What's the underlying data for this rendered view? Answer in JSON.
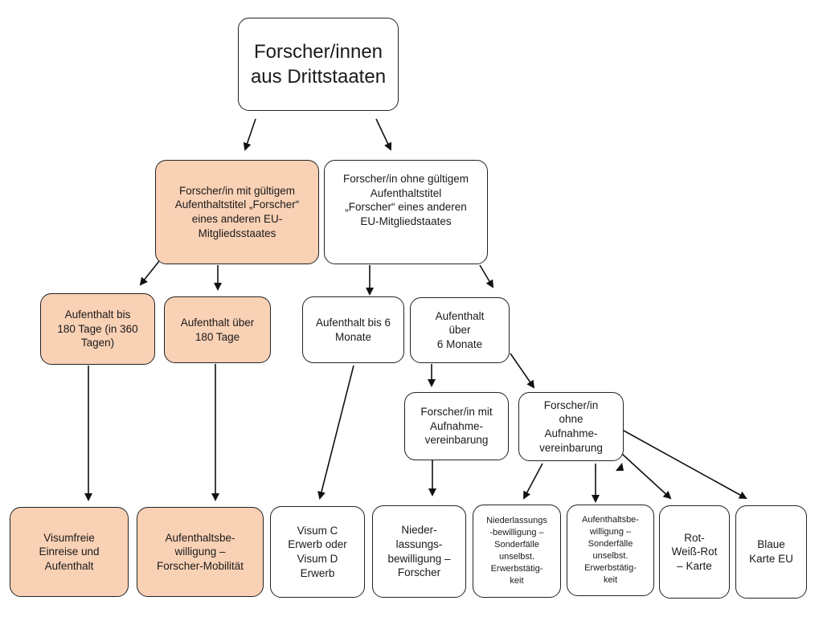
{
  "colors": {
    "highlight": "#f9d1b5",
    "border": "#222222",
    "background": "#ffffff"
  },
  "nodes": {
    "root": "Forscher/innen\naus Drittstaaten",
    "with_title": "Forscher/in mit gültigem\nAufenthaltstitel „Forscher“\neines anderen EU-\nMitgliedsstaates",
    "without_title": "Forscher/in ohne gültigem\nAufenthaltstitel\n„Forscher“  eines anderen\nEU-Mitgliedstaates",
    "stay_180_short": "Aufenthalt bis\n180 Tage (in 360\nTagen)",
    "stay_180_long": "Aufenthalt über\n180 Tage",
    "stay_6m_short": "Aufenthalt bis  6\nMonate",
    "stay_6m_long": "Aufenthalt\nüber\n6 Monate",
    "with_agreement": "Forscher/in mit\nAufnahme-\nvereinbarung",
    "without_agreement": "Forscher/in\nohne\nAufnahme-\nvereinbarung",
    "visa_free": "Visumfreie\nEinreise und\nAufenthalt",
    "mobility": "Aufenthaltsbe-\nwilligung –\nForscher-Mobilität",
    "visa_cd": "Visum C\nErwerb oder\nVisum D\nErwerb",
    "settlement_researcher": "Nieder-\nlassungs-\nbewilligung –\nForscher",
    "settlement_special": "Niederlassungs\n-bewilligung –\nSonderfälle\nunselbst.\nErwerbstätig-\nkeit",
    "residence_special": "Aufenthaltsbe-\nwilligung –\nSonderfälle\nunselbst.\nErwerbstätig-\nkeit",
    "rwr_card": "Rot-\nWeiß-Rot\n– Karte",
    "blue_card": "Blaue\nKarte EU"
  }
}
